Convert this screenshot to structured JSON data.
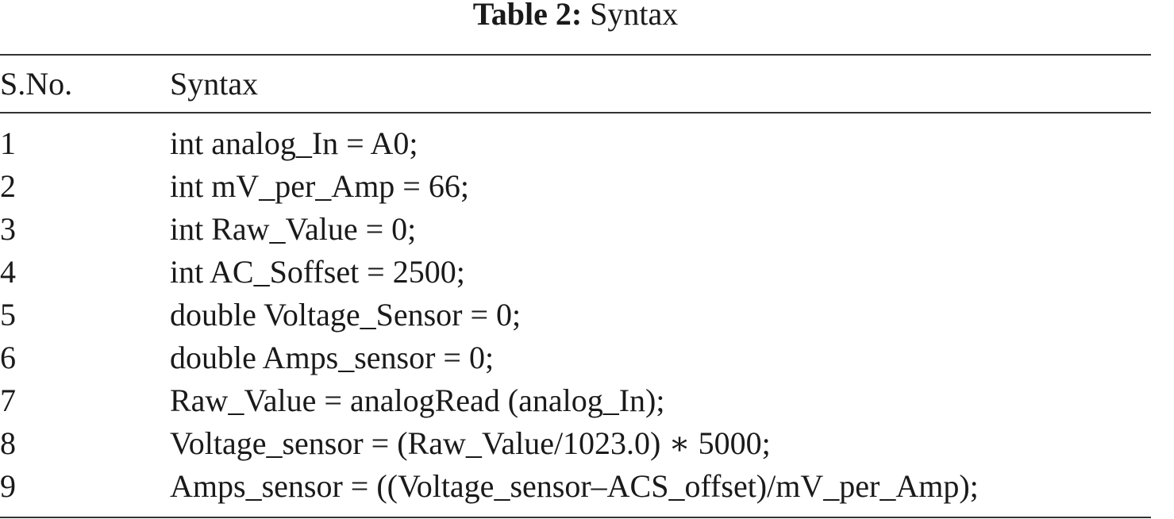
{
  "caption": {
    "label": "Table 2:",
    "title": "Syntax"
  },
  "header": {
    "col_no": "S.No.",
    "col_syntax": "Syntax"
  },
  "rows": [
    {
      "no": "1",
      "syntax": "int analog_In = A0;"
    },
    {
      "no": "2",
      "syntax": "int mV_per_Amp = 66;"
    },
    {
      "no": "3",
      "syntax": "int Raw_Value = 0;"
    },
    {
      "no": "4",
      "syntax": "int AC_Soffset = 2500;"
    },
    {
      "no": "5",
      "syntax": "double Voltage_Sensor = 0;"
    },
    {
      "no": "6",
      "syntax": "double Amps_sensor = 0;"
    },
    {
      "no": "7",
      "syntax": "Raw_Value = analogRead (analog_In);"
    },
    {
      "no": "8",
      "syntax": "Voltage_sensor = (Raw_Value/1023.0) ∗ 5000;"
    },
    {
      "no": "9",
      "syntax": "Amps_sensor = ((Voltage_sensor–ACS_offset)/mV_per_Amp);"
    }
  ]
}
